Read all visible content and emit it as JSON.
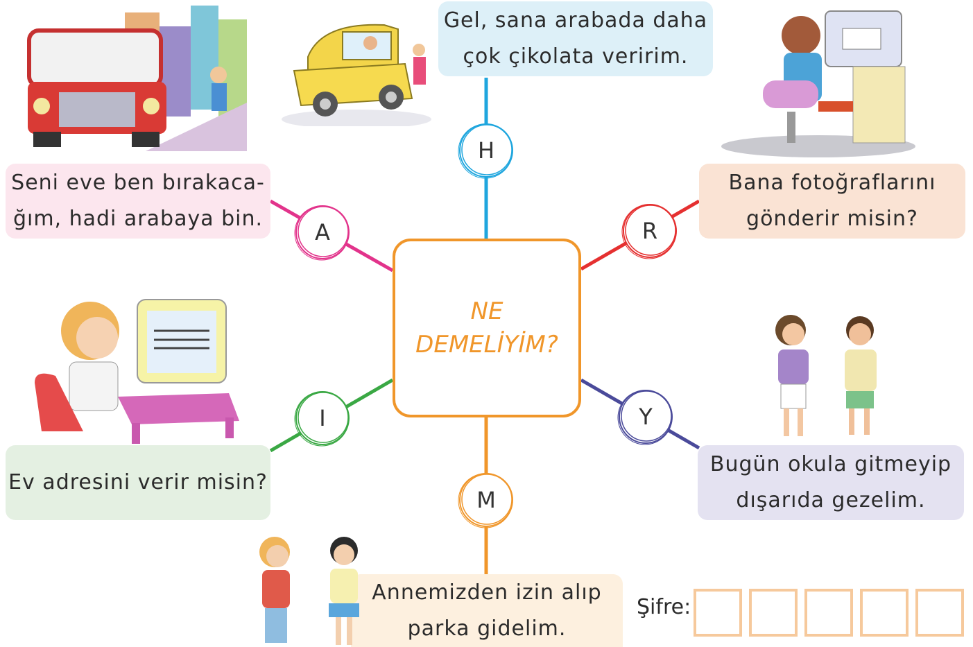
{
  "center_title": {
    "line1": "NE",
    "line2": "DEMELİYİM?"
  },
  "bubbles": {
    "H": {
      "line1": "Gel, sana arabada daha",
      "line2": "çok çikolata veririm."
    },
    "A": {
      "line1": "Seni eve ben bırakaca-",
      "line2": "ğım, hadi arabaya bin."
    },
    "R": {
      "line1": "Bana fotoğraflarını",
      "line2": "gönderir misin?"
    },
    "I": {
      "line1": "Ev adresini verir misin?"
    },
    "Y": {
      "line1": "Bugün okula gitmeyip",
      "line2": "dışarıda gezelim."
    },
    "M": {
      "line1": "Annemizden izin alıp",
      "line2": "parka gidelim."
    }
  },
  "letters": {
    "H": "H",
    "A": "A",
    "R": "R",
    "I": "I",
    "Y": "Y",
    "M": "M"
  },
  "sifre": {
    "label": "Şifre:",
    "boxes": [
      "",
      "",
      "",
      "",
      "",
      ""
    ]
  },
  "colors": {
    "H": "#1fa6de",
    "A": "#e2338b",
    "R": "#e53030",
    "I": "#3aa844",
    "Y": "#4a4a9a",
    "M": "#f0962a",
    "center": "#f0962a"
  }
}
